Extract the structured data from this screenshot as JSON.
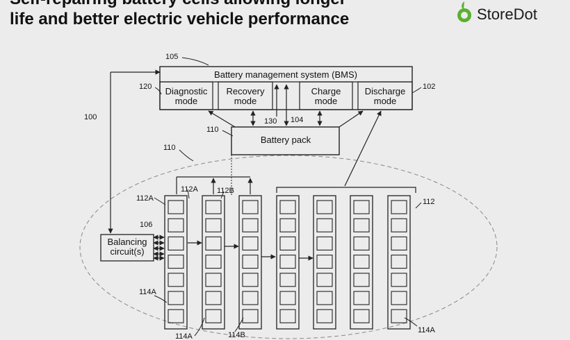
{
  "header": {
    "title_line1": "Self-repairing battery cells allowing longer",
    "title_line2": "life and better electric vehicle performance"
  },
  "brand": {
    "name": "StoreDot",
    "logo_icon": "storedot-leaf-icon",
    "logo_color": "#5ab030"
  },
  "diagram": {
    "bms_label": "Battery management system (BMS)",
    "modes": {
      "diagnostic": [
        "Diagnostic",
        "mode"
      ],
      "recovery": [
        "Recovery",
        "mode"
      ],
      "charge": [
        "Charge",
        "mode"
      ],
      "discharge": [
        "Discharge",
        "mode"
      ]
    },
    "battery_pack_label": "Battery pack",
    "balancing_label": [
      "Balancing",
      "circuit(s)"
    ],
    "refs": {
      "r105": "105",
      "r120": "120",
      "r102": "102",
      "r100": "100",
      "r110a": "110",
      "r110b": "110",
      "r130": "130",
      "r104": "104",
      "r112A_left": "112A",
      "r112A_top": "112A",
      "r112B": "112B",
      "r112": "112",
      "r106": "106",
      "r114A_left": "114A",
      "r114A_bottom": "114A",
      "r114B": "114B",
      "r114A_right": "114A"
    },
    "cell_columns": 7,
    "cells_per_column": 7
  }
}
